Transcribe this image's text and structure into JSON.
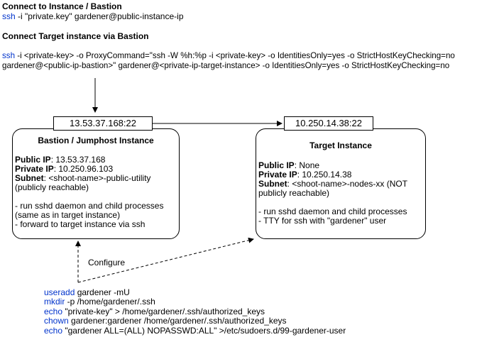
{
  "connect_bastion": {
    "heading": "Connect to Instance / Bastion",
    "cmd": "ssh",
    "args": " -i \"private.key\" gardener@public-instance-ip"
  },
  "connect_target": {
    "heading": "Connect Target instance via Bastion",
    "cmd": "ssh",
    "line1": "  -i <private-key> -o ProxyCommand=\"ssh -W %h:%p -i <private-key> -o IdentitiesOnly=yes -o StrictHostKeyChecking=no",
    "line2": "gardener@<public-ip-bastion>\" gardener@<private-ip-target-instance> -o IdentitiesOnly=yes -o StrictHostKeyChecking=no"
  },
  "bastion": {
    "ip_label": "13.53.37.168:22",
    "title": "Bastion / Jumphost Instance",
    "public_ip_label": "Public IP",
    "public_ip_value": ": 13.53.37.168",
    "private_ip_label": "Private IP",
    "private_ip_value": ": 10.250.96.103",
    "subnet_label": "Subnet",
    "subnet_value": ": <shoot-name>-public-utility",
    "subnet_note": "(publicly reachable)",
    "bullet1": "- run sshd daemon and child processes",
    "bullet1b": "(same as in target instance)",
    "bullet2": "- forward to target instance via ssh"
  },
  "target": {
    "ip_label": "10.250.14.38:22",
    "title": "Target Instance",
    "public_ip_label": "Public IP",
    "public_ip_value": ": None",
    "private_ip_label": "Private IP",
    "private_ip_value": ": 10.250.14.38",
    "subnet_label": "Subnet",
    "subnet_value": ": <shoot-name>-nodes-xx (NOT",
    "subnet_note": "publicly reachable)",
    "bullet1": "- run sshd daemon and child processes",
    "bullet2": "- TTY for ssh with \"gardener\" user"
  },
  "configure_label": "Configure",
  "configure_cmds": [
    {
      "cmd": "useradd",
      "args": " gardener -mU"
    },
    {
      "cmd": "mkdir",
      "args": " -p /home/gardener/.ssh"
    },
    {
      "cmd": "echo",
      "args": " \"private-key\" > /home/gardener/.ssh/authorized_keys"
    },
    {
      "cmd": "chown",
      "args": " gardener:gardener /home/gardener/.ssh/authorized_keys"
    },
    {
      "cmd": "echo",
      "args": " \"gardener ALL=(ALL) NOPASSWD:ALL\" >/etc/sudoers.d/99-gardener-user"
    }
  ],
  "colors": {
    "command": "#0033cc",
    "text": "#000000",
    "stroke": "#000000"
  }
}
